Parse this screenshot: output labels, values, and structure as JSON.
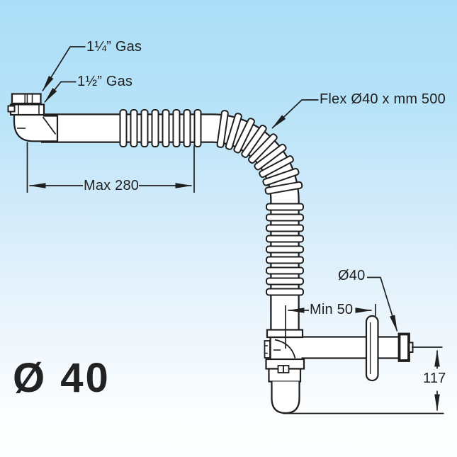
{
  "drawing": {
    "labels": {
      "gas_top": "1¼” Gas",
      "gas_bottom": "1½” Gas",
      "flex_hose": "Flex Ø40 x mm 500",
      "outlet_diameter": "Ø40"
    },
    "dimensions": {
      "max_horizontal": "Max 280",
      "min_wall_distance": "Min 50",
      "outlet_height": "117"
    },
    "product_diameter": "Ø 40",
    "colors": {
      "line": "#1f1f1f",
      "fill": "#ffffff",
      "background_top": "#aadef7",
      "background_bottom": "#fdfeff"
    }
  }
}
